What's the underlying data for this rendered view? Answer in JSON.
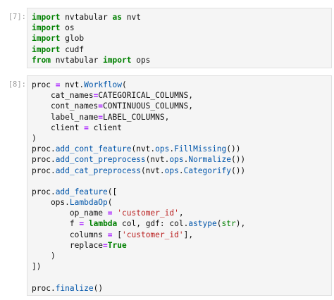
{
  "cells": [
    {
      "prompt": "[7]:",
      "lines": [
        [
          {
            "t": "import",
            "c": "kw"
          },
          {
            "t": " nvtabular "
          },
          {
            "t": "as",
            "c": "kw"
          },
          {
            "t": " nvt"
          }
        ],
        [
          {
            "t": "import",
            "c": "kw"
          },
          {
            "t": " os"
          }
        ],
        [
          {
            "t": "import",
            "c": "kw"
          },
          {
            "t": " glob"
          }
        ],
        [
          {
            "t": "import",
            "c": "kw"
          },
          {
            "t": " cudf"
          }
        ],
        [
          {
            "t": "from",
            "c": "kw"
          },
          {
            "t": " nvtabular "
          },
          {
            "t": "import",
            "c": "kw"
          },
          {
            "t": " ops"
          }
        ]
      ]
    },
    {
      "prompt": "[8]:",
      "lines": [
        [
          {
            "t": "proc "
          },
          {
            "t": "=",
            "c": "op"
          },
          {
            "t": " nvt."
          },
          {
            "t": "Workflow",
            "c": "fn"
          },
          {
            "t": "("
          }
        ],
        [
          {
            "t": "    cat_names"
          },
          {
            "t": "=",
            "c": "op"
          },
          {
            "t": "CATEGORICAL_COLUMNS,"
          }
        ],
        [
          {
            "t": "    cont_names"
          },
          {
            "t": "=",
            "c": "op"
          },
          {
            "t": "CONTINUOUS_COLUMNS,"
          }
        ],
        [
          {
            "t": "    label_name"
          },
          {
            "t": "=",
            "c": "op"
          },
          {
            "t": "LABEL_COLUMNS,"
          }
        ],
        [
          {
            "t": "    client "
          },
          {
            "t": "=",
            "c": "op"
          },
          {
            "t": " client"
          }
        ],
        [
          {
            "t": ")"
          }
        ],
        [
          {
            "t": "proc."
          },
          {
            "t": "add_cont_feature",
            "c": "fn"
          },
          {
            "t": "(nvt."
          },
          {
            "t": "ops",
            "c": "fn"
          },
          {
            "t": "."
          },
          {
            "t": "FillMissing",
            "c": "fn"
          },
          {
            "t": "())"
          }
        ],
        [
          {
            "t": "proc."
          },
          {
            "t": "add_cont_preprocess",
            "c": "fn"
          },
          {
            "t": "(nvt."
          },
          {
            "t": "ops",
            "c": "fn"
          },
          {
            "t": "."
          },
          {
            "t": "Normalize",
            "c": "fn"
          },
          {
            "t": "())"
          }
        ],
        [
          {
            "t": "proc."
          },
          {
            "t": "add_cat_preprocess",
            "c": "fn"
          },
          {
            "t": "(nvt."
          },
          {
            "t": "ops",
            "c": "fn"
          },
          {
            "t": "."
          },
          {
            "t": "Categorify",
            "c": "fn"
          },
          {
            "t": "())"
          }
        ],
        [],
        [
          {
            "t": "proc."
          },
          {
            "t": "add_feature",
            "c": "fn"
          },
          {
            "t": "(["
          }
        ],
        [
          {
            "t": "    ops."
          },
          {
            "t": "LambdaOp",
            "c": "fn"
          },
          {
            "t": "("
          }
        ],
        [
          {
            "t": "        op_name "
          },
          {
            "t": "=",
            "c": "op"
          },
          {
            "t": " "
          },
          {
            "t": "'customer_id'",
            "c": "str"
          },
          {
            "t": ","
          }
        ],
        [
          {
            "t": "        f "
          },
          {
            "t": "=",
            "c": "op"
          },
          {
            "t": " "
          },
          {
            "t": "lambda",
            "c": "kw"
          },
          {
            "t": " col, gdf: col."
          },
          {
            "t": "astype",
            "c": "fn"
          },
          {
            "t": "("
          },
          {
            "t": "str",
            "c": "bi"
          },
          {
            "t": "),"
          }
        ],
        [
          {
            "t": "        columns "
          },
          {
            "t": "=",
            "c": "op"
          },
          {
            "t": " ["
          },
          {
            "t": "'customer_id'",
            "c": "str"
          },
          {
            "t": "],"
          }
        ],
        [
          {
            "t": "        replace"
          },
          {
            "t": "=",
            "c": "op"
          },
          {
            "t": "True",
            "c": "kw"
          }
        ],
        [
          {
            "t": "    )"
          }
        ],
        [
          {
            "t": "])"
          }
        ],
        [],
        [
          {
            "t": "proc."
          },
          {
            "t": "finalize",
            "c": "fn"
          },
          {
            "t": "()"
          }
        ]
      ]
    }
  ]
}
